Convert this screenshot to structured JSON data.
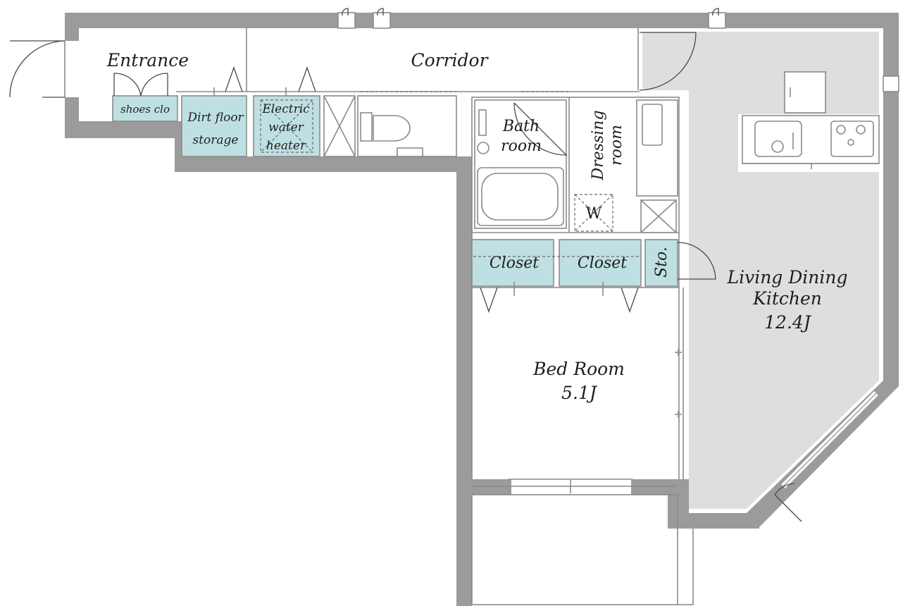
{
  "floor_plan": {
    "rooms": {
      "entrance": "Entrance",
      "corridor": "Corridor",
      "shoes_closet": "shoes clo",
      "dirt_floor_storage": [
        "Dirt floor",
        "storage"
      ],
      "electric_water_heater": [
        "Electric",
        "water",
        "heater"
      ],
      "bath_room": [
        "Bath",
        "room"
      ],
      "dressing_room": [
        "Dressing",
        "room"
      ],
      "washer": "W",
      "closet_left": "Closet",
      "closet_right": "Closet",
      "storage": "Sto.",
      "living_dining_kitchen": [
        "Living Dining",
        "Kitchen",
        "12.4J"
      ],
      "bed_room": [
        "Bed Room",
        "5.1J"
      ]
    },
    "colors": {
      "wall": "#9b9b9b",
      "ldk_floor": "#dedede",
      "cabinet": "#bfe0e2",
      "line": "#8a8a8a",
      "text": "#1e1e1e"
    }
  }
}
